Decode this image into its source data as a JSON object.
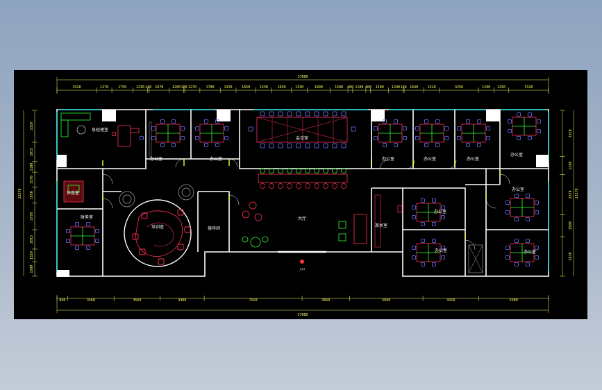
{
  "dims": {
    "total_top": "37880",
    "total_bottom": "37880",
    "top_segments": [
      "3320",
      "1270",
      "1750",
      "1230",
      "140",
      "1670",
      "1200",
      "100",
      "1270",
      "1700",
      "1320",
      "1650",
      "1330",
      "1650",
      "1330",
      "1890",
      "1500",
      "400",
      "1100",
      "400",
      "1500",
      "1200",
      "100",
      "1640",
      "1320",
      "3250",
      "1290",
      "1250",
      "3320"
    ],
    "bottom_segments": [
      "840",
      "3560",
      "3560",
      "3400",
      "7550",
      "3660",
      "5660",
      "4310",
      "5380"
    ],
    "left_segments": [
      "3320",
      "2015",
      "1100",
      "1570",
      "1650",
      "2770",
      "2015",
      "1320",
      "1500"
    ],
    "left_total": "12270",
    "right_segments": [
      "3320",
      "1280",
      "2870",
      "1580",
      "2830"
    ],
    "right_total": "12270"
  },
  "rooms": {
    "gm_office": "总经理室",
    "office_1": "办公室",
    "office_2": "办公室",
    "meeting_room": "会议室",
    "office_3": "办公室",
    "office_4": "办公室",
    "office_5": "办公室",
    "office_6": "办公室",
    "lounge": "休息室",
    "training": "培训室",
    "finance": "财务室",
    "reception": "接待间",
    "lobby": "大厅",
    "tea_room": "茶水室",
    "office_7": "办公室",
    "office_8": "办公室",
    "office_9": "办公室",
    "office_10": "办公室",
    "entrance": "入口"
  }
}
